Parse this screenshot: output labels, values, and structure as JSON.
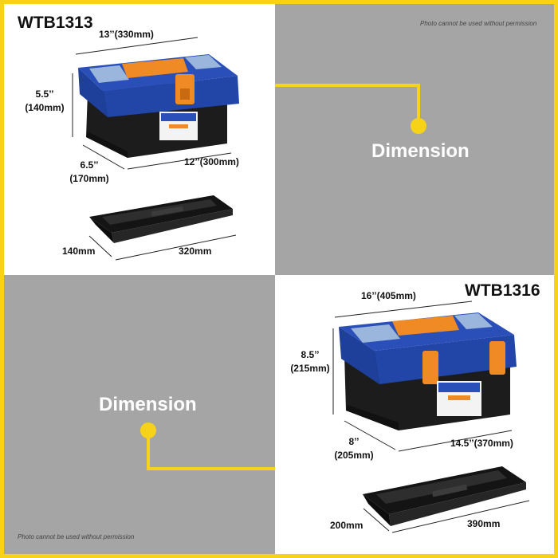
{
  "small": {
    "model": "WTB1313",
    "width_label": "13’’(330mm)",
    "height_label_1": "5.5’’",
    "height_label_2": "(140mm)",
    "depth_label_1": "6.5’’",
    "depth_label_2": "(170mm)",
    "base_label": "12’’(300mm)",
    "tray_depth_label": "140mm",
    "tray_length_label": "320mm"
  },
  "large": {
    "model": "WTB1316",
    "width_label": "16’’(405mm)",
    "height_label_1": "8.5’’",
    "height_label_2": "(215mm)",
    "depth_label_1": "8’’",
    "depth_label_2": "(205mm)",
    "base_label": "14.5’’(370mm)",
    "tray_depth_label": "200mm",
    "tray_length_label": "390mm"
  },
  "dimension_title": "Dimension",
  "notice": "Photo cannot be used without permission",
  "colors": {
    "frame": "#f6d318",
    "panel_gray": "#a5a5a5",
    "lid_blue": "#2a4fb8",
    "handle_orange": "#f08a24",
    "body_black": "#1a1a1a"
  }
}
